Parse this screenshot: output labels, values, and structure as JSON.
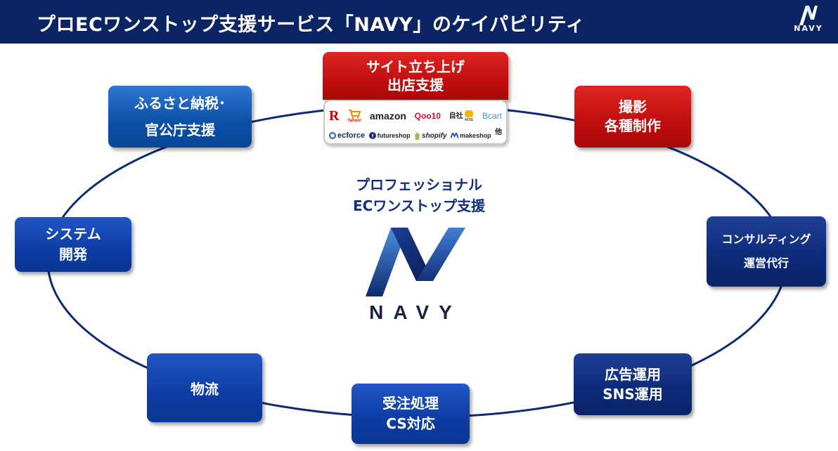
{
  "header": {
    "title": "プロECワンストップ支援サービス「NAVY」のケイパビリティ",
    "logo_text": "NAVY"
  },
  "center": {
    "line1": "プロフェッショナル",
    "line2": "ECワンストップ支援",
    "logo_text": "NAVY"
  },
  "capabilities": {
    "site_launch": {
      "line1": "サイト立ち上げ",
      "line2": "出店支援"
    },
    "photography": {
      "line1": "撮影",
      "line2": "各種制作"
    },
    "consulting": {
      "line1": "コンサルティング",
      "line2": "運営代行"
    },
    "ads": {
      "line1": "広告運用",
      "line2": "SNS運用"
    },
    "order": {
      "line1": "受注処理",
      "line2": "CS対応"
    },
    "logistics": {
      "line1": "物流"
    },
    "system": {
      "line1": "システム",
      "line2": "開発"
    },
    "furusato": {
      "line1": "ふるさと納税･",
      "line2": "官公庁支援"
    }
  },
  "platforms": {
    "row1": [
      "R",
      "Yahoo!",
      "amazon",
      "Qoo10",
      "自社",
      "MISE",
      "Bcart"
    ],
    "row2": [
      "ecforce",
      "futureshop",
      "shopify",
      "makeshop",
      "他"
    ]
  },
  "colors": {
    "header_bg": "#0b2464",
    "accent_red": "#c00e0e",
    "accent_blue": "#0b4fa8",
    "ring": "#0d2a78"
  }
}
